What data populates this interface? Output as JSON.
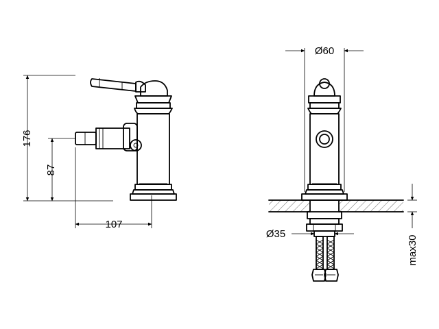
{
  "dimensions": {
    "height_total": "176",
    "spout_height": "87",
    "spout_reach": "107",
    "body_diameter": "Ø60",
    "hole_diameter": "Ø35",
    "deck_thickness": "max30"
  },
  "colors": {
    "line": "#000000",
    "background": "#ffffff"
  }
}
